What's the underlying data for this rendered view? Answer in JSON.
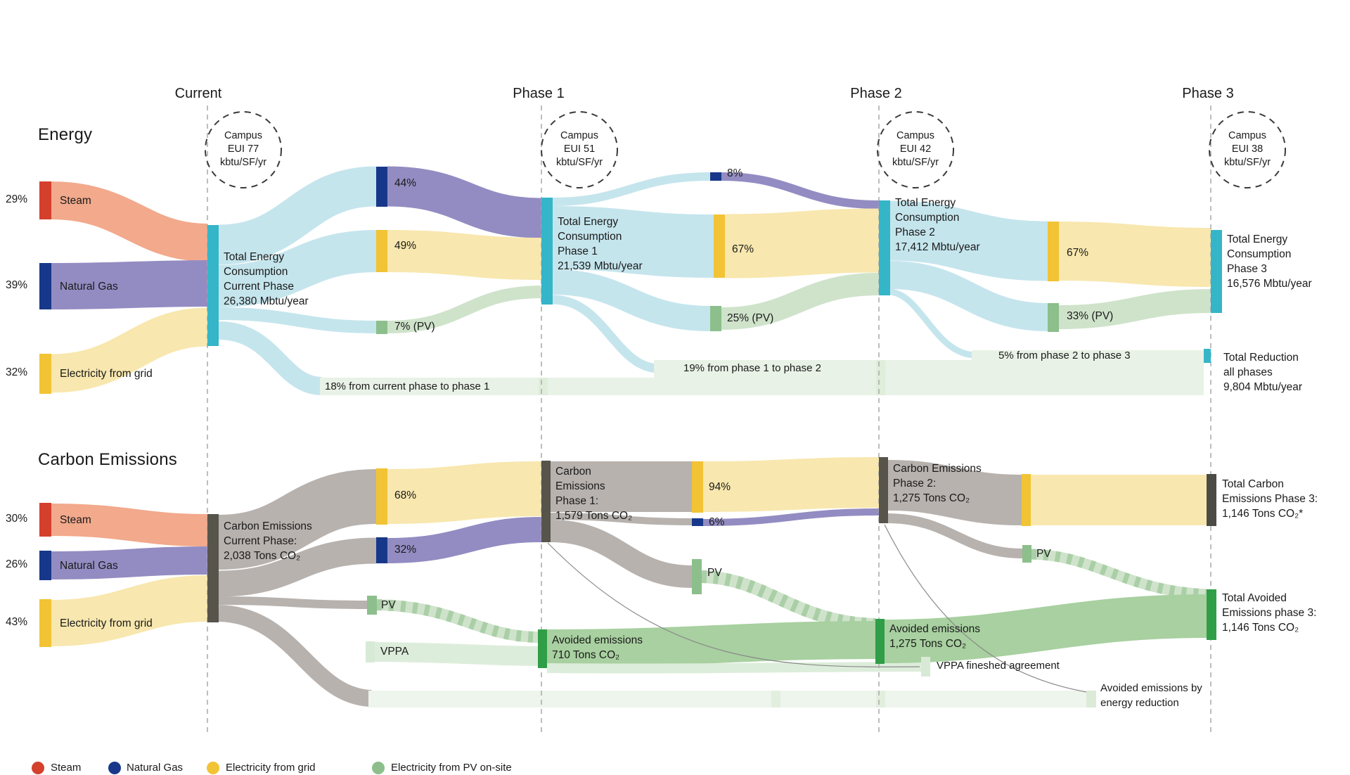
{
  "phases": {
    "titles": [
      "Current",
      "Phase 1",
      "Phase 2",
      "Phase 3"
    ],
    "badges": [
      "Campus\nEUI 77\nkbtu/SF/yr",
      "Campus\nEUI 51\nkbtu/SF/yr",
      "Campus\nEUI 42\nkbtu/SF/yr",
      "Campus\nEUI 38\nkbtu/SF/yr"
    ]
  },
  "energy": {
    "heading": "Energy",
    "sources": [
      {
        "pct": "29%",
        "label": "Steam"
      },
      {
        "pct": "39%",
        "label": "Natural Gas"
      },
      {
        "pct": "32%",
        "label": "Electricity from grid"
      }
    ],
    "totals": {
      "current": "Total Energy\nConsumption\nCurrent Phase\n 26,380 Mbtu/year",
      "p1": "Total Energy\nConsumption\nPhase 1\n21,539 Mbtu/year",
      "p2": "Total Energy\nConsumption\nPhase 2\n17,412 Mbtu/year",
      "p3": "Total Energy\nConsumption\nPhase 3\n16,576 Mbtu/year"
    },
    "splits": {
      "s44": "44%",
      "s49": "49%",
      "s7": "7% (PV)",
      "s8": "8%",
      "s67a": "67%",
      "s25": "25% (PV)",
      "s67b": "67%",
      "s33": "33% (PV)"
    },
    "reductions": {
      "r18": "18% from current phase to phase 1",
      "r19": "19% from phase 1 to phase 2",
      "r5": "5% from phase 2 to phase 3",
      "total": "Total Reduction\nall phases\n9,804 Mbtu/year"
    }
  },
  "carbon": {
    "heading": "Carbon Emissions",
    "sources": [
      {
        "pct": "30%",
        "label": "Steam"
      },
      {
        "pct": "26%",
        "label": "Natural Gas"
      },
      {
        "pct": "43%",
        "label": "Electricity from grid"
      }
    ],
    "totals": {
      "current": "Carbon Emissions\nCurrent Phase:\n2,038 Tons CO₂",
      "p1": "Carbon\nEmissions\nPhase 1:\n1,579 Tons CO₂",
      "p2": "Carbon Emissions\nPhase 2:\n1,275 Tons CO₂",
      "p3": "Total Carbon\nEmissions Phase 3:\n1,146 Tons CO₂*"
    },
    "splits": {
      "s68": "68%",
      "s32": "32%",
      "pv1": "PV",
      "vppa": "VPPA",
      "s94": "94%",
      "s6": "6%",
      "pv2": "PV",
      "pv3": "PV"
    },
    "avoided": {
      "a710": "Avoided emissions\n710 Tons CO₂",
      "a1275": "Avoided emissions\n1,275 Tons CO₂",
      "total": "Total Avoided\nEmissions  phase 3:\n1,146 Tons CO₂",
      "vppa_finished": "VPPA fineshed agreement",
      "by_reduction": "Avoided emissions by\nenergy reduction"
    }
  },
  "legend": {
    "items": [
      {
        "label": "Steam",
        "color": "#d4402c"
      },
      {
        "label": "Natural Gas",
        "color": "#17388a"
      },
      {
        "label": "Electricity from grid",
        "color": "#f2c335"
      },
      {
        "label": "Electricity from PV on-site",
        "color": "#8cbf8b"
      }
    ]
  },
  "palette": {
    "steam_node": "#d4402c",
    "steam_flow": "#f2a98c",
    "gas_node": "#17388a",
    "gas_flow": "#938cc2",
    "grid_node": "#f2c335",
    "grid_flow": "#f8e7ae",
    "pv_node": "#8cbf8b",
    "pv_flow": "#cfe3cb",
    "total_node": "#35b5c8",
    "total_flow": "#c5e5ed",
    "carbon_node": "#57544c",
    "carbon_flow": "#b7b2ae",
    "avoided_node": "#2f9e47",
    "avoided_flow": "#a8d0a0",
    "vppa_flow": "#ddeddb",
    "reduction_band": "#e9f2e6"
  },
  "chart_data": [
    {
      "type": "sankey",
      "title": "Energy",
      "unit": "Mbtu/year",
      "phase_totals": [
        {
          "phase": "Current",
          "label": "Total Energy Consumption Current Phase",
          "value": 26380,
          "campus_eui_kbtu_sf_yr": 77
        },
        {
          "phase": "Phase 1",
          "label": "Total Energy Consumption Phase 1",
          "value": 21539,
          "campus_eui_kbtu_sf_yr": 51
        },
        {
          "phase": "Phase 2",
          "label": "Total Energy Consumption Phase 2",
          "value": 17412,
          "campus_eui_kbtu_sf_yr": 42
        },
        {
          "phase": "Phase 3",
          "label": "Total Energy Consumption Phase 3",
          "value": 16576,
          "campus_eui_kbtu_sf_yr": 38
        }
      ],
      "source_mix_current_pct": [
        {
          "source": "Steam",
          "pct": 29
        },
        {
          "source": "Natural Gas",
          "pct": 39
        },
        {
          "source": "Electricity from grid",
          "pct": 32
        }
      ],
      "mix_by_transition": [
        {
          "from": "Current",
          "to": "Phase 1",
          "shares": [
            {
              "source": "Natural Gas",
              "pct": 44
            },
            {
              "source": "Electricity from grid",
              "pct": 49
            },
            {
              "source": "Electricity from PV on-site",
              "pct": 7
            }
          ]
        },
        {
          "from": "Phase 1",
          "to": "Phase 2",
          "shares": [
            {
              "source": "Natural Gas",
              "pct": 8
            },
            {
              "source": "Electricity from grid",
              "pct": 67
            },
            {
              "source": "Electricity from PV on-site",
              "pct": 25
            }
          ]
        },
        {
          "from": "Phase 2",
          "to": "Phase 3",
          "shares": [
            {
              "source": "Electricity from grid",
              "pct": 67
            },
            {
              "source": "Electricity from PV on-site",
              "pct": 33
            }
          ]
        }
      ],
      "reductions": [
        {
          "label": "18% from current phase to phase 1",
          "pct": 18
        },
        {
          "label": "19% from phase 1 to phase 2",
          "pct": 19
        },
        {
          "label": "5% from phase 2 to phase 3",
          "pct": 5
        },
        {
          "label": "Total Reduction all phases",
          "value": 9804
        }
      ]
    },
    {
      "type": "sankey",
      "title": "Carbon Emissions",
      "unit": "Tons CO2",
      "phase_totals": [
        {
          "phase": "Current",
          "label": "Carbon Emissions Current Phase",
          "value": 2038
        },
        {
          "phase": "Phase 1",
          "label": "Carbon Emissions Phase 1",
          "value": 1579
        },
        {
          "phase": "Phase 2",
          "label": "Carbon Emissions Phase 2",
          "value": 1275
        },
        {
          "phase": "Phase 3",
          "label": "Total Carbon Emissions Phase 3",
          "value": 1146
        }
      ],
      "source_mix_current_pct": [
        {
          "source": "Steam",
          "pct": 30
        },
        {
          "source": "Natural Gas",
          "pct": 26
        },
        {
          "source": "Electricity from grid",
          "pct": 43
        }
      ],
      "mix_by_transition": [
        {
          "from": "Current",
          "to": "Phase 1",
          "shares": [
            {
              "source": "Electricity from grid",
              "pct": 68
            },
            {
              "source": "Natural Gas",
              "pct": 32
            }
          ],
          "unlabeled_nodes": [
            "PV",
            "VPPA"
          ]
        },
        {
          "from": "Phase 1",
          "to": "Phase 2",
          "shares": [
            {
              "source": "Electricity from grid",
              "pct": 94
            },
            {
              "source": "Natural Gas",
              "pct": 6
            }
          ],
          "unlabeled_nodes": [
            "PV"
          ]
        },
        {
          "from": "Phase 2",
          "to": "Phase 3",
          "shares": [
            {
              "source": "Electricity from grid"
            }
          ],
          "unlabeled_nodes": [
            "PV"
          ]
        }
      ],
      "avoided_emissions": [
        {
          "phase": "Phase 1",
          "label": "Avoided emissions",
          "value": 710
        },
        {
          "phase": "Phase 2",
          "label": "Avoided emissions",
          "value": 1275
        },
        {
          "phase": "Phase 3",
          "label": "Total Avoided Emissions phase 3",
          "value": 1146
        },
        {
          "label": "VPPA fineshed agreement"
        },
        {
          "label": "Avoided emissions by energy reduction"
        }
      ]
    }
  ]
}
